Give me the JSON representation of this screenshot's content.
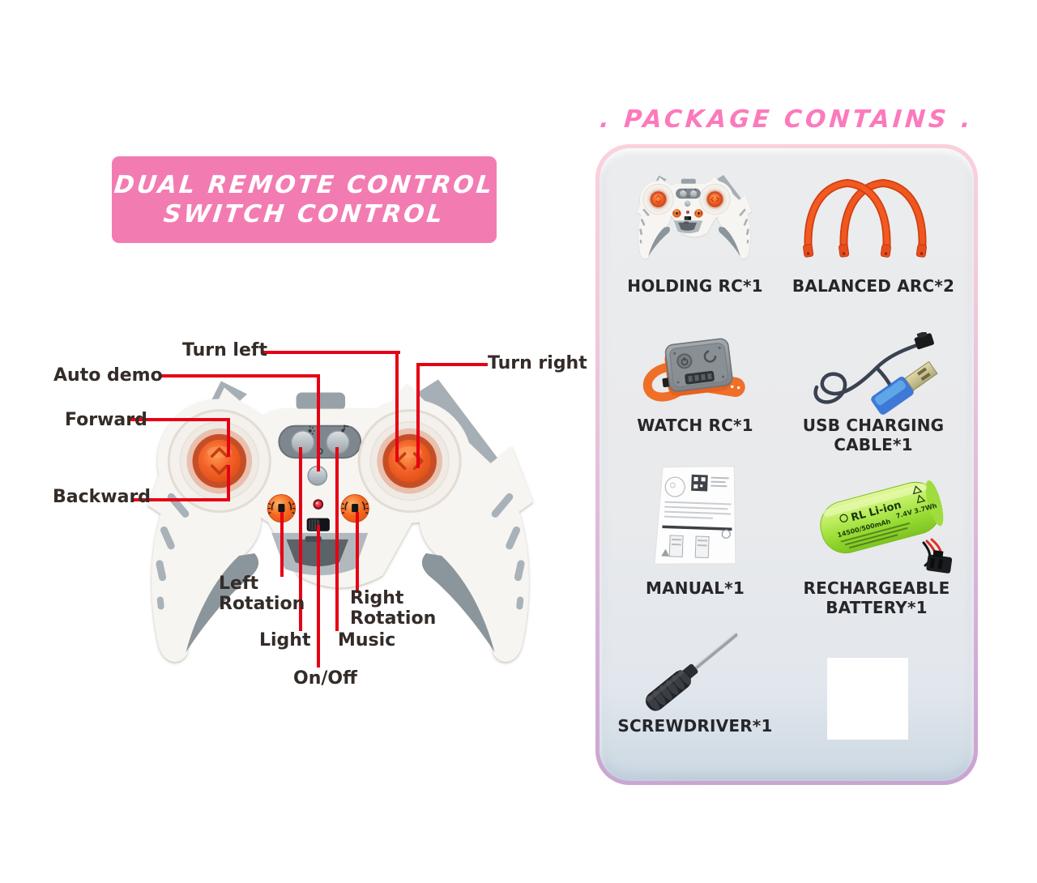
{
  "banner": {
    "line1": "DUAL REMOTE CONTROL",
    "line2": "SWITCH CONTROL"
  },
  "callouts": {
    "turn_left": "Turn left",
    "auto_demo": "Auto demo",
    "forward": "Forward",
    "backward": "Backward",
    "turn_right": "Turn right",
    "left_rotation": "Left Rotation",
    "right_rotation": "Right Rotation",
    "light": "Light",
    "music": "Music",
    "on_off": "On/Off"
  },
  "package": {
    "title": ". PACKAGE CONTAINS .",
    "items": [
      {
        "id": "holding-rc",
        "label": "HOLDING  RC*1"
      },
      {
        "id": "balanced-arc",
        "label": "BALANCED ARC*2"
      },
      {
        "id": "watch-rc",
        "label": "WATCH RC*1"
      },
      {
        "id": "usb-cable",
        "label": "USB CHARGING CABLE*1"
      },
      {
        "id": "manual",
        "label": "MANUAL*1"
      },
      {
        "id": "battery",
        "label": "RECHARGEABLE BATTERY*1"
      },
      {
        "id": "screwdriver",
        "label": "SCREWDRIVER*1"
      },
      {
        "id": "blank",
        "label": ""
      }
    ],
    "battery_print": {
      "brand": "RL Li-ion",
      "capacity": "14500/500mAh",
      "rating": "7.4V 3.7Wh"
    }
  },
  "colors": {
    "banner_pink": "#f27cb2",
    "title_pink": "#fb7abc",
    "callout_red": "#e60014",
    "orange": "#f05a24",
    "panel_gray": "#e9eaec"
  }
}
